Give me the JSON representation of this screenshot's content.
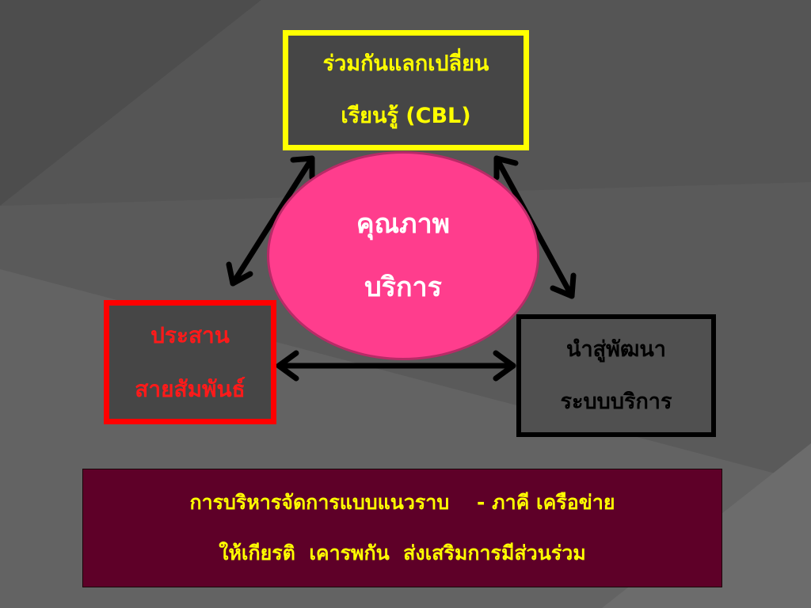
{
  "colors": {
    "background": "#5b5b5b",
    "top_border": "#ffff00",
    "left_border": "#ff0000",
    "right_border": "#000000",
    "ellipse_fill": "#ff3d8d",
    "bottom_fill": "#5e0028",
    "arrow": "#000000"
  },
  "diagram": {
    "center": {
      "line1": "คุณภาพ",
      "line2": "บริการ"
    },
    "top_box": {
      "line1": "ร่วมกันแลกเปลี่ยน",
      "line2": "เรียนรู้ (CBL)"
    },
    "left_box": {
      "line1": "ประสาน",
      "line2": "สายสัมพันธ์"
    },
    "right_box": {
      "line1": "นำสู่พัฒนา",
      "line2": "ระบบบริการ"
    },
    "connectors": [
      {
        "from": "top_box",
        "to": "left_box",
        "style": "double-arrow"
      },
      {
        "from": "top_box",
        "to": "right_box",
        "style": "double-arrow"
      },
      {
        "from": "left_box",
        "to": "right_box",
        "style": "double-arrow"
      }
    ]
  },
  "bottom_panel": {
    "line1": "การบริหารจัดการแบบแนวราบ    - ภาคี เครือข่าย",
    "line2": "ให้เกียรติ  เคารพกัน  ส่งเสริมการมีส่วนร่วม"
  }
}
